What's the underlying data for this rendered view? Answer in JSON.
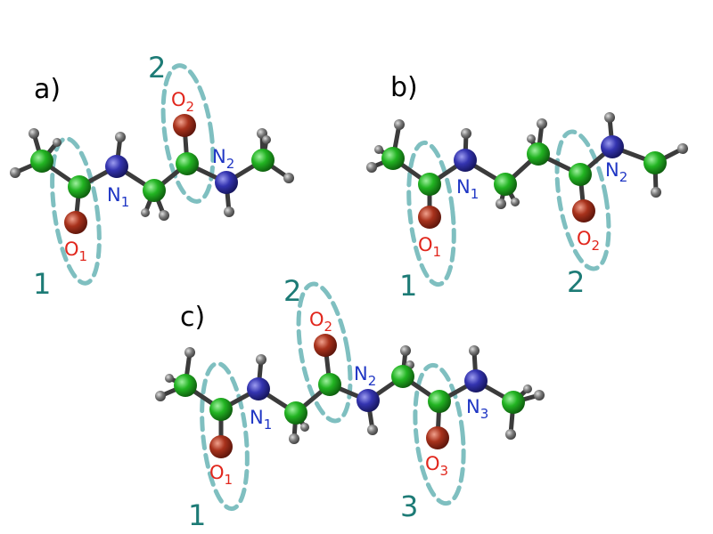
{
  "colors": {
    "carbon": "#1fa01f",
    "nitrogen": "#2b2ba0",
    "oxygen": "#a02d18",
    "hydrogen": "#6e6e6e",
    "bond": "#3b3b3b",
    "group_outline": "#7fbfc0",
    "group_number": "#1d7b76",
    "oxygen_label": "#e1261c",
    "nitrogen_label": "#1f36c4"
  },
  "panels": [
    {
      "label": "a)",
      "groups": [
        "1",
        "2"
      ],
      "atoms": {
        "oxygens": [
          {
            "base": "O",
            "sub": "1"
          },
          {
            "base": "O",
            "sub": "2"
          }
        ],
        "nitrogens": [
          {
            "base": "N",
            "sub": "1"
          },
          {
            "base": "N",
            "sub": "2"
          }
        ]
      }
    },
    {
      "label": "b)",
      "groups": [
        "1",
        "2"
      ],
      "atoms": {
        "oxygens": [
          {
            "base": "O",
            "sub": "1"
          },
          {
            "base": "O",
            "sub": "2"
          }
        ],
        "nitrogens": [
          {
            "base": "N",
            "sub": "1"
          },
          {
            "base": "N",
            "sub": "2"
          }
        ]
      }
    },
    {
      "label": "c)",
      "groups": [
        "1",
        "2",
        "3"
      ],
      "atoms": {
        "oxygens": [
          {
            "base": "O",
            "sub": "1"
          },
          {
            "base": "O",
            "sub": "2"
          },
          {
            "base": "O",
            "sub": "3"
          }
        ],
        "nitrogens": [
          {
            "base": "N",
            "sub": "1"
          },
          {
            "base": "N",
            "sub": "2"
          },
          {
            "base": "N",
            "sub": "3"
          }
        ]
      }
    }
  ]
}
